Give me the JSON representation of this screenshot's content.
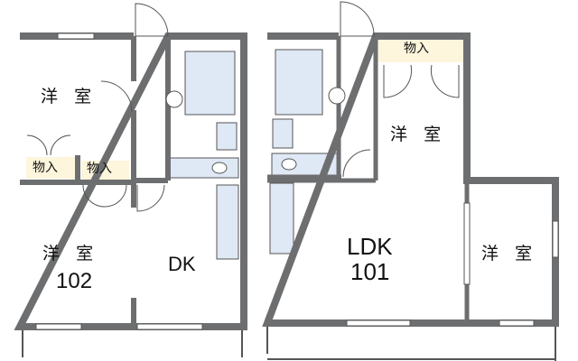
{
  "colors": {
    "wall": "#6d6e70",
    "wet": "#dfe8f5",
    "storage": "#fdf5dc",
    "line": "#555555"
  },
  "unit102": {
    "room_north": {
      "label_a": "洋",
      "label_b": "室"
    },
    "storage_1": "物入",
    "storage_2": "物入",
    "room_south": {
      "label_a": "洋",
      "label_b": "室",
      "number": "102"
    },
    "dk": "DK"
  },
  "unit101": {
    "storage": "物入",
    "room_north": {
      "label_a": "洋",
      "label_b": "室"
    },
    "ldk": {
      "label": "LDK",
      "number": "101"
    },
    "room_east": {
      "label_a": "洋",
      "label_b": "室"
    }
  }
}
